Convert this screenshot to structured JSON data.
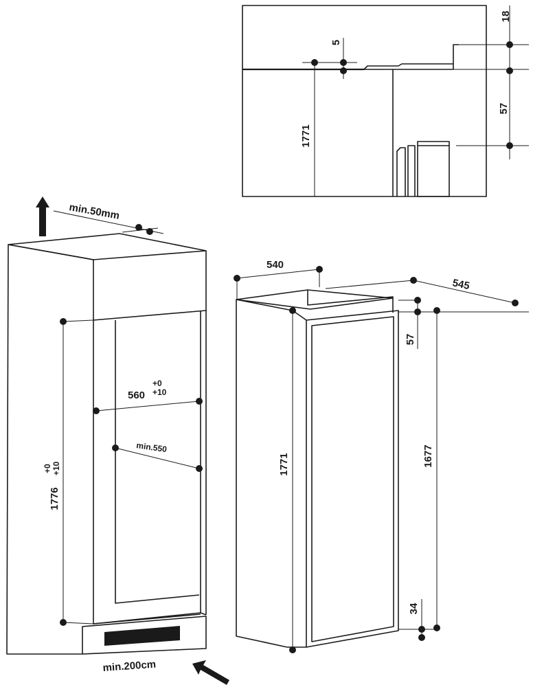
{
  "detail": {
    "dim_top": "18",
    "dim_gap": "5",
    "dim_side": "57",
    "dim_height": "1771"
  },
  "niche": {
    "vent_top": "min.50mm",
    "width": "560",
    "width_tol_upper": "+0",
    "width_tol_lower": "+10",
    "depth": "min.550",
    "height": "1776",
    "height_tol_upper": "+0",
    "height_tol_lower": "+10",
    "vent_bottom": "min.200cm"
  },
  "appliance": {
    "width": "540",
    "depth": "545",
    "door_offset": "57",
    "height": "1771",
    "door_height": "1677",
    "bottom_offset": "34"
  }
}
